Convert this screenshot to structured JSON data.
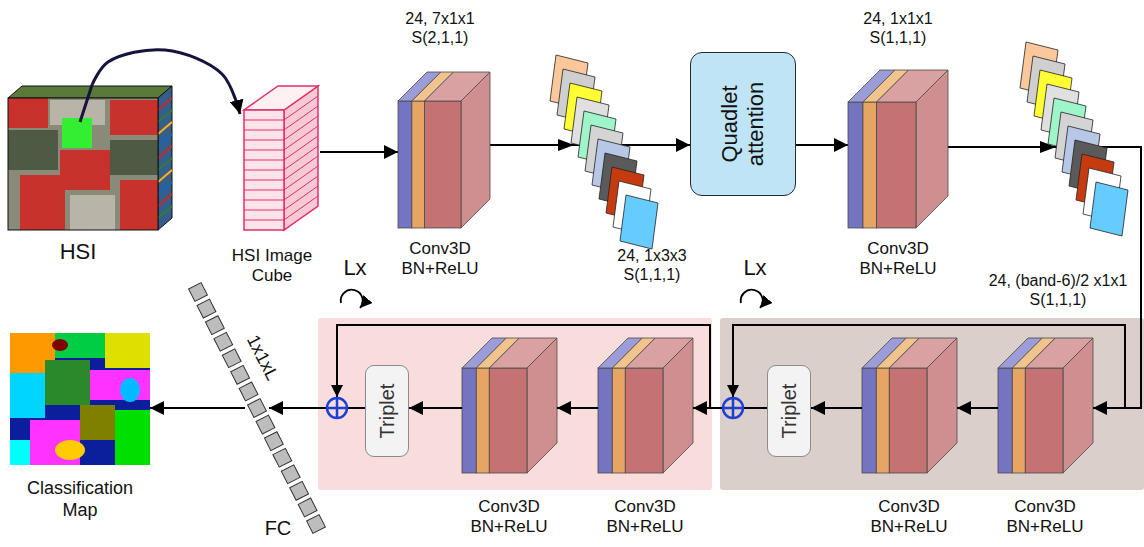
{
  "diagram": {
    "nodes": [
      {
        "text": [
          "HSI"
        ]
      },
      {
        "text": [
          "HSI Image Cube"
        ]
      },
      {
        "text": [
          "24, 7x1x1 S(2,1,1)",
          "Conv3D BN+ReLU"
        ]
      },
      {
        "text": [
          "Quadlet attention"
        ]
      },
      {
        "text": [
          "24, 1x1x1 S(1,1,1)",
          "Conv3D BN+ReLU"
        ]
      },
      {
        "text": [
          "Lx"
        ]
      },
      {
        "text": [
          "24, (band-6)/2 x1x1 S(1,1,1)",
          "Conv3D BN+ReLU"
        ],
        "in": 5
      },
      {
        "text": [
          "Conv3D BN+ReLU"
        ],
        "in": 5
      },
      {
        "text": [
          "Triplet"
        ],
        "in": 5
      },
      {
        "text": [
          "Lx"
        ]
      },
      {
        "text": [
          "24, 1x3x3 S(1,1,1)",
          "Conv3D BN+ReLU"
        ],
        "in": 9
      },
      {
        "text": [
          "Conv3D BN+ReLU"
        ],
        "in": 9
      },
      {
        "text": [
          "Triplet"
        ],
        "in": 9
      },
      {
        "text": [
          "1x1xL",
          "FC"
        ]
      },
      {
        "text": [
          "Classification Map"
        ]
      }
    ],
    "edges": [
      {
        "from": 0,
        "to": 1,
        "arrow": "to"
      },
      {
        "from": 1,
        "to": 2,
        "arrow": "to"
      },
      {
        "from": 2,
        "to": 3,
        "arrow": "to"
      },
      {
        "from": 3,
        "to": 4,
        "arrow": "to"
      },
      {
        "from": 4,
        "to": 6,
        "arrow": "to"
      },
      {
        "from": 6,
        "to": 7,
        "arrow": "to"
      },
      {
        "from": 7,
        "to": 8,
        "arrow": "to"
      },
      {
        "from": 8,
        "to": 10,
        "arrow": "to"
      },
      {
        "from": 10,
        "to": 11,
        "arrow": "to"
      },
      {
        "from": 11,
        "to": 12,
        "arrow": "to"
      },
      {
        "from": 12,
        "to": 13,
        "arrow": "to"
      },
      {
        "from": 13,
        "to": 14,
        "arrow": "to"
      }
    ]
  }
}
